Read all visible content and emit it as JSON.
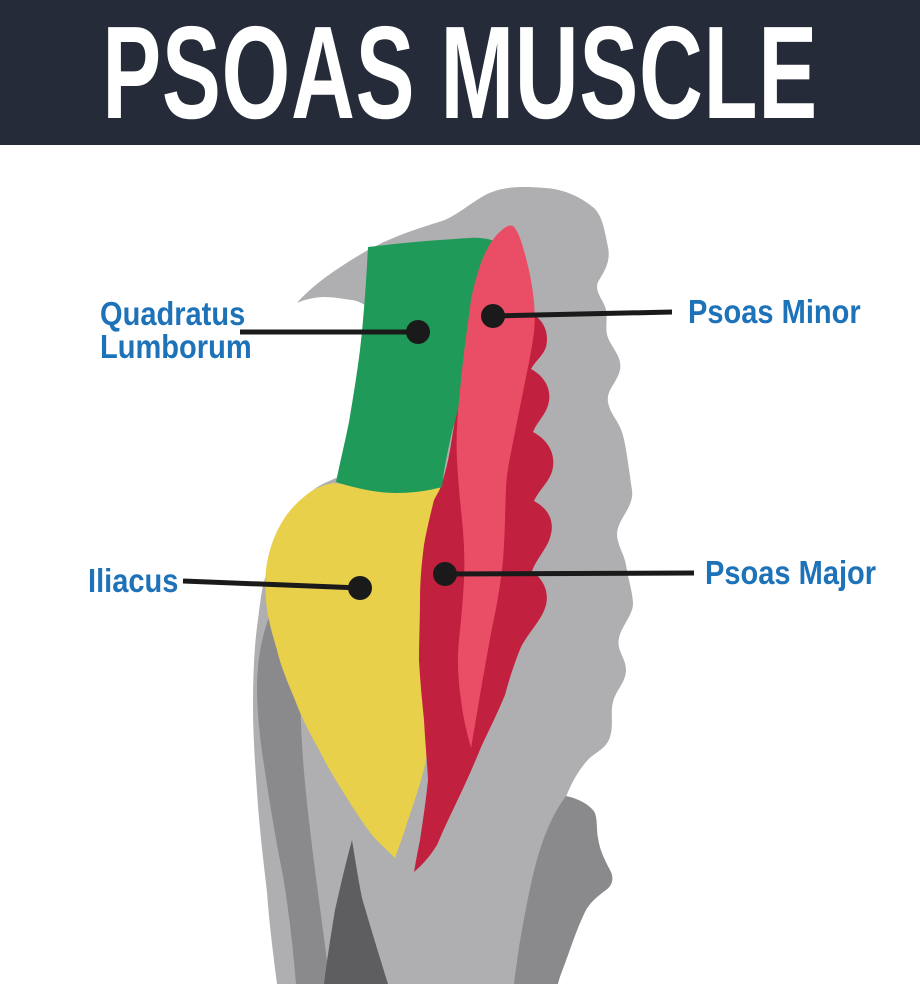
{
  "header": {
    "title": "PSOAS MUSCLE",
    "background": "#252B38",
    "text_color": "#FFFFFF"
  },
  "diagram": {
    "background": "#FFFFFF",
    "label_color": "#1D72B8",
    "pointer_color": "#1A1A1A",
    "labels": {
      "quadratus_lumborum": {
        "line1": "Quadratus",
        "line2": "Lumborum"
      },
      "psoas_minor": {
        "text": "Psoas Minor"
      },
      "iliacus": {
        "text": "Iliacus"
      },
      "psoas_major": {
        "text": "Psoas Major"
      }
    },
    "muscles": [
      {
        "name": "Quadratus Lumborum",
        "color": "#1F9A58"
      },
      {
        "name": "Psoas Minor",
        "color": "#EA4E66"
      },
      {
        "name": "Psoas Major",
        "color": "#C1203E"
      },
      {
        "name": "Iliacus",
        "color": "#E8D04B"
      }
    ],
    "body_colors": {
      "light": "#AFAFB1",
      "medium": "#8A8A8C",
      "dark": "#5E5E60"
    }
  }
}
